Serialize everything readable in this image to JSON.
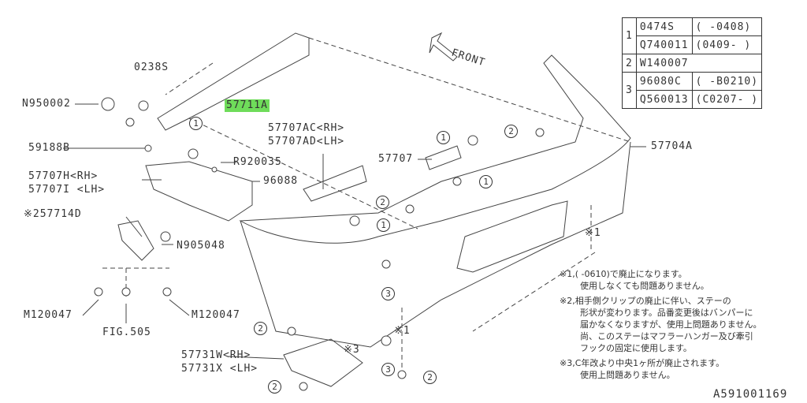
{
  "legend": [
    {
      "num": "1",
      "rows": [
        [
          "0474S",
          "(      -0408)"
        ],
        [
          "Q740011",
          "(0409-     )"
        ]
      ]
    },
    {
      "num": "2",
      "rows": [
        [
          "W140007",
          ""
        ]
      ]
    },
    {
      "num": "3",
      "rows": [
        [
          "96080C",
          "(   -B0210)"
        ],
        [
          "Q560013",
          "(C0207-   )"
        ]
      ]
    }
  ],
  "labels": {
    "p0238s": "0238S",
    "n950002": "N950002",
    "p57711a": "57711A",
    "p59188b": "59188B",
    "r920035": "R920035",
    "p57707h": "57707H<RH>",
    "p57707i": "57707I <LH>",
    "p96088": "96088",
    "p57707ac": "57707AC<RH>",
    "p57707ad": "57707AD<LH>",
    "p57707": "57707",
    "p57704a": "57704A",
    "p57714d": "※257714D",
    "n905048": "N905048",
    "m120047a": "M120047",
    "m120047b": "M120047",
    "fig505": "FIG.505",
    "p57731w": "57731W<RH>",
    "p57731x": "57731X <LH>",
    "front": "FRONT",
    "note1mark": "※1",
    "note1mark2": "※1",
    "note3mark": "※3"
  },
  "notes": {
    "n1a": "※1,(      -0610)で廃止になります。",
    "n1b": "使用しなくても問題ありません。",
    "n2a": "※2,相手側クリップの廃止に伴い、ステーの",
    "n2b": "形状が変わります。品番変更後はバンパーに",
    "n2c": "届かなくなりますが、使用上問題ありません。",
    "n2d": "尚、このステーはマフラーハンガー及び牽引",
    "n2e": "フックの固定に使用します。",
    "n3a": "※3,C年改より中央1ヶ所が廃止されます。",
    "n3b": "使用上問題ありません。"
  },
  "diagram_id": "A591001169",
  "colors": {
    "highlight": "#6fdc5a",
    "line": "#333333"
  }
}
